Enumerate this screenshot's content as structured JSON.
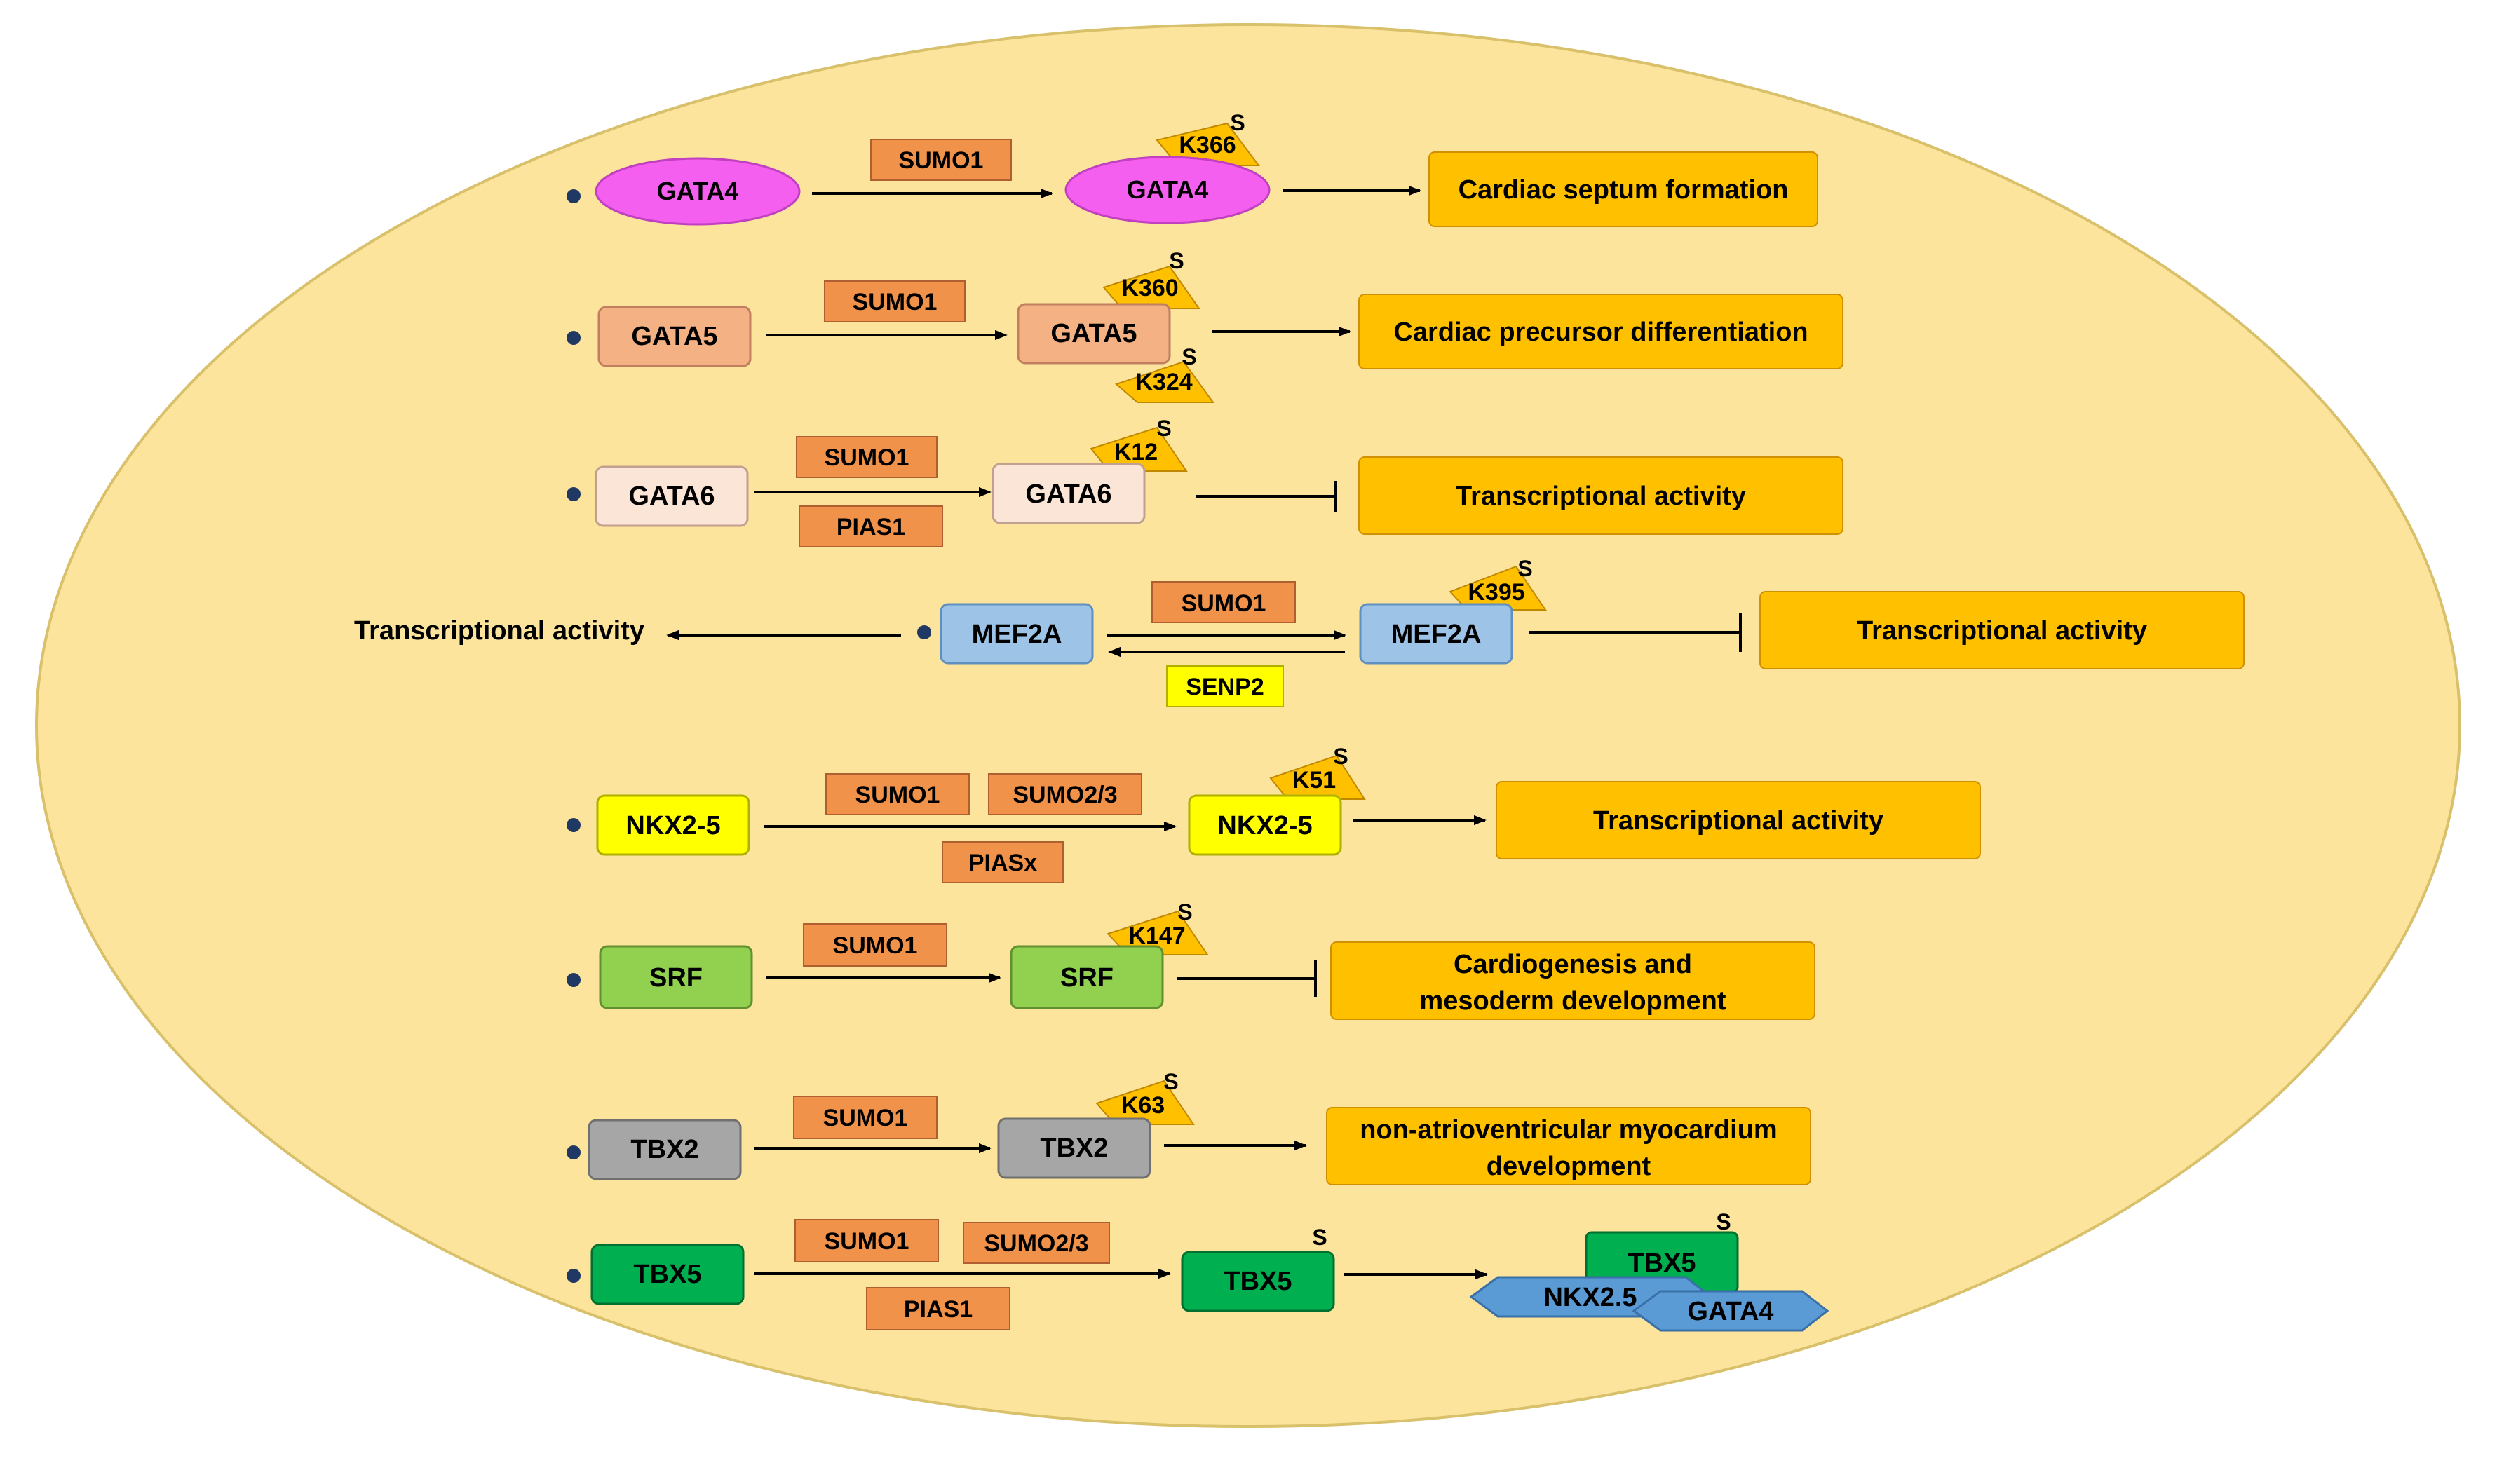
{
  "colors": {
    "cell": "#fde49c",
    "cell_border": "#d9c06a",
    "gata4": "#f45ff0",
    "gata5": "#f4b183",
    "gata6": "#fbe5d6",
    "mef2a": "#9dc3e6",
    "nkx": "#ffff00",
    "srf": "#92d050",
    "tbx2": "#a6a6a6",
    "tbx5": "#00b050",
    "modifier": "#f0924a",
    "senp": "#ffff00",
    "outcome": "#ffc000",
    "sumo_site": "#ffc000",
    "hexagon": "#5b9bd5",
    "dot": "#1f3864"
  },
  "rows": {
    "gata4": {
      "protein": "GATA4",
      "modifiers": [
        "SUMO1"
      ],
      "sites": [
        "K366"
      ],
      "sumo": "S",
      "outcome": "Cardiac septum formation"
    },
    "gata5": {
      "protein": "GATA5",
      "modifiers": [
        "SUMO1"
      ],
      "sites": [
        "K360",
        "K324"
      ],
      "sumo": "S",
      "outcome": "Cardiac precursor differentiation"
    },
    "gata6": {
      "protein": "GATA6",
      "modifiers": [
        "SUMO1",
        "PIAS1"
      ],
      "sites": [
        "K12"
      ],
      "sumo": "S",
      "outcome": "Transcriptional activity"
    },
    "mef2a": {
      "protein": "MEF2A",
      "modifiers": [
        "SUMO1",
        "SENP2"
      ],
      "sites": [
        "K395"
      ],
      "sumo": "S",
      "outcome": "Transcriptional activity",
      "left_outcome": "Transcriptional activity"
    },
    "nkx25": {
      "protein": "NKX2-5",
      "modifiers": [
        "SUMO1",
        "SUMO2/3",
        "PIASx"
      ],
      "sites": [
        "K51"
      ],
      "sumo": "S",
      "outcome": "Transcriptional activity"
    },
    "srf": {
      "protein": "SRF",
      "modifiers": [
        "SUMO1"
      ],
      "sites": [
        "K147"
      ],
      "sumo": "S",
      "outcome_lines": [
        "Cardiogenesis and",
        "mesoderm development"
      ]
    },
    "tbx2": {
      "protein": "TBX2",
      "modifiers": [
        "SUMO1"
      ],
      "sites": [
        "K63"
      ],
      "sumo": "S",
      "outcome_lines": [
        "non-atrioventricular myocardium",
        "development"
      ]
    },
    "tbx5": {
      "protein": "TBX5",
      "modifiers": [
        "SUMO1",
        "SUMO2/3",
        "PIAS1"
      ],
      "sumo": "S",
      "complex": [
        "TBX5",
        "NKX2.5",
        "GATA4"
      ]
    }
  }
}
